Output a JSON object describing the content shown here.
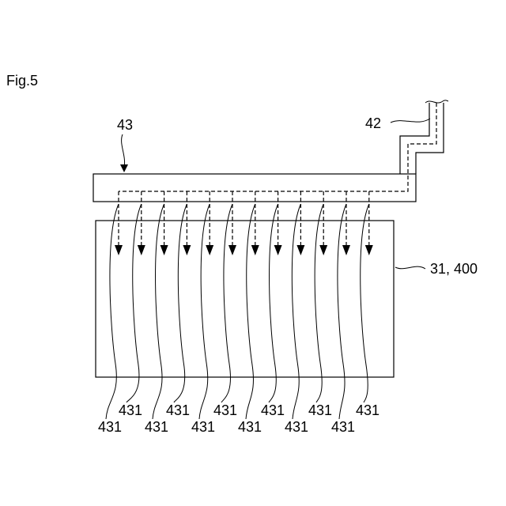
{
  "figure": {
    "label": "Fig.5"
  },
  "labels": {
    "manifold": "43",
    "pipe": "42",
    "target": "31, 400"
  },
  "outlets": {
    "label": "431",
    "count": 12
  }
}
